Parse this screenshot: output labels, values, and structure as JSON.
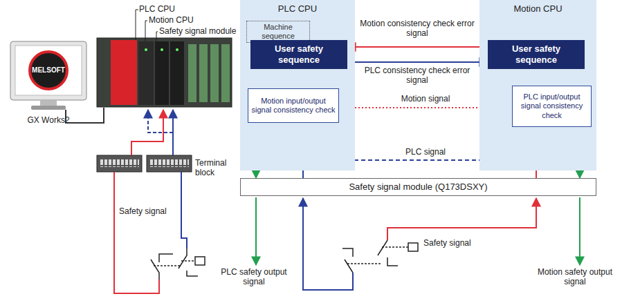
{
  "diagram": {
    "nodes": [
      {
        "text": [
          "PLC CPU"
        ]
      },
      {
        "text": [
          "Machine sequence"
        ],
        "in": 0
      },
      {
        "text": [
          "User safety sequence"
        ],
        "in": 0
      },
      {
        "text": [
          "Motion input/output signal consistency check"
        ],
        "in": 0
      },
      {
        "text": [
          "Motion CPU"
        ]
      },
      {
        "text": [
          "User safety sequence"
        ],
        "in": 4
      },
      {
        "text": [
          "PLC input/output signal consistency check"
        ],
        "in": 4
      },
      {
        "text": [
          "Safety signal module (Q173DSXY)"
        ]
      }
    ],
    "edges": [
      {
        "from": 5,
        "to": 2,
        "label": "Motion consistency check error signal",
        "arrow": "to"
      },
      {
        "from": 2,
        "to": 5,
        "label": "PLC consistency check error signal",
        "arrow": "to"
      },
      {
        "from": 3,
        "to": 2,
        "arrow": "to"
      },
      {
        "from": 2,
        "to": 3,
        "arrow": "to"
      },
      {
        "from": 6,
        "to": 5,
        "arrow": "to"
      },
      {
        "from": 5,
        "to": 6,
        "arrow": "to"
      },
      {
        "from": 6,
        "to": 3,
        "label": "Motion signal",
        "arrow": "to"
      },
      {
        "from": 7,
        "to": 6,
        "label": "PLC signal",
        "arrow": "to"
      },
      {
        "from": 3,
        "to": 7,
        "arrow": "to"
      },
      {
        "from": 7,
        "to": 3,
        "arrow": "to"
      },
      {
        "from": 6,
        "to": 7,
        "arrow": "to"
      },
      {
        "from": 7,
        "to": 6,
        "arrow": "to"
      }
    ],
    "labels": [
      "PLC CPU",
      "Motion CPU",
      "Safety signal module",
      "MELSOFT",
      "GX Works2",
      "Terminal block",
      "Safety signal",
      "Safety signal",
      "PLC safety output signal",
      "Motion safety output signal"
    ]
  }
}
